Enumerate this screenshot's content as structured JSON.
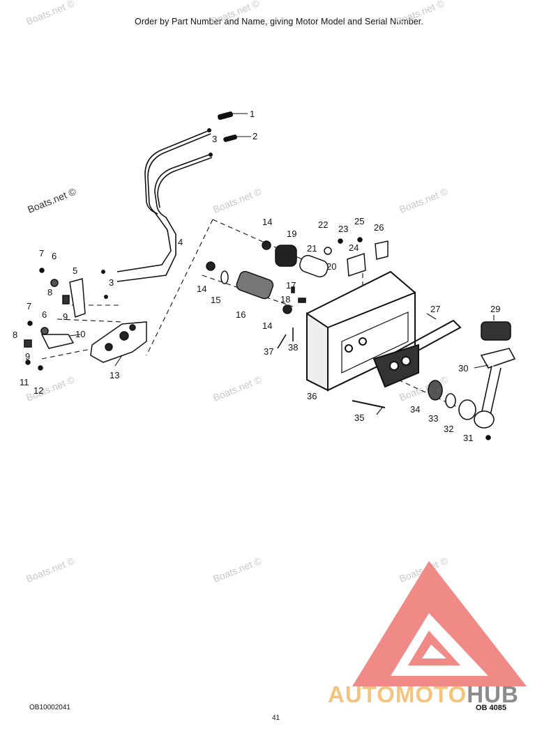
{
  "header": {
    "instruction": "Order by Part Number and Name, giving Motor Model and Serial Number."
  },
  "watermark": {
    "text": "Boats.net ©"
  },
  "callouts": [
    "1",
    "2",
    "3",
    "3",
    "4",
    "5",
    "6",
    "6",
    "7",
    "7",
    "8",
    "8",
    "9",
    "9",
    "10",
    "11",
    "12",
    "13",
    "14",
    "14",
    "14",
    "15",
    "16",
    "17",
    "18",
    "19",
    "20",
    "21",
    "22",
    "23",
    "24",
    "25",
    "26",
    "27",
    "29",
    "30",
    "31",
    "32",
    "33",
    "34",
    "35",
    "36",
    "37",
    "38"
  ],
  "footer": {
    "code_left": "OB10002041",
    "page_number": "41",
    "code_right": "OB 4085"
  },
  "logo": {
    "part1": "AUTOMOTO",
    "part2": "HUB",
    "color_primary": "#f08a86",
    "color_accent": "#f4c47e",
    "color_dark": "#8b8b8b"
  }
}
